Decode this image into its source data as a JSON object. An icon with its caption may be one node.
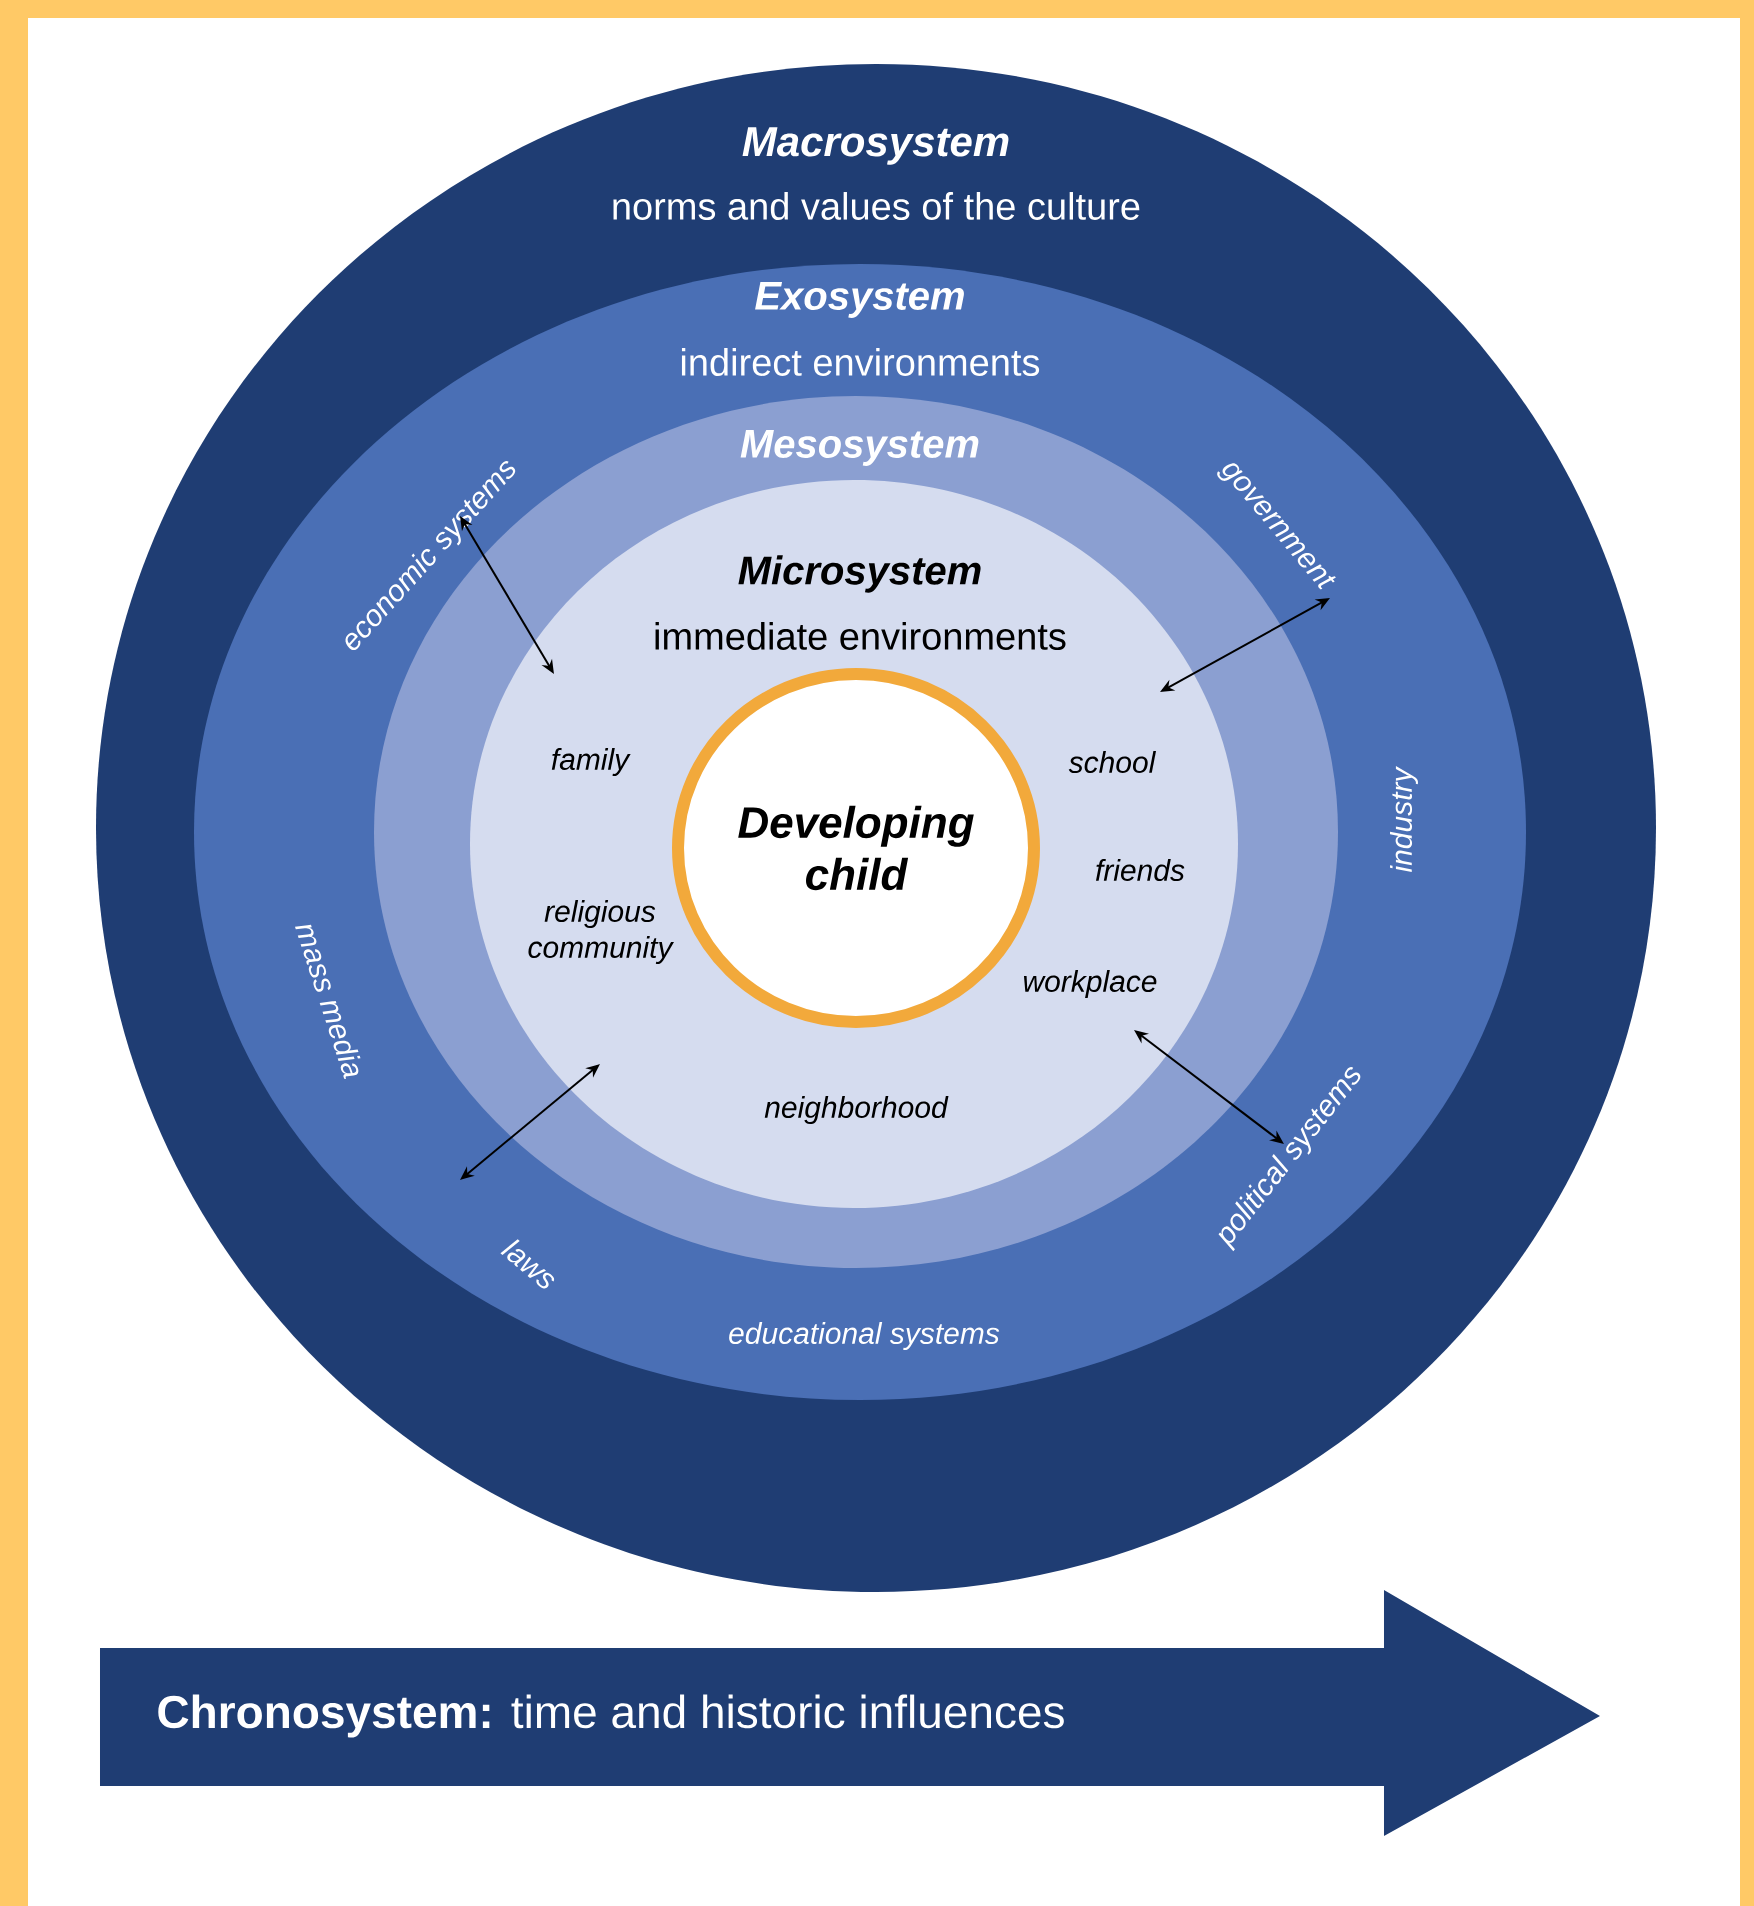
{
  "diagram": {
    "nodes": [
      {
        "text": [
          "Macrosystem",
          "norms and values of the culture"
        ]
      },
      {
        "text": [
          "Exosystem",
          "indirect environments",
          "economic systems",
          "government",
          "industry",
          "political systems",
          "educational systems",
          "laws",
          "mass media"
        ],
        "in": 0
      },
      {
        "text": [
          "Mesosystem"
        ],
        "in": 1
      },
      {
        "text": [
          "Microsystem",
          "immediate environments",
          "family",
          "school",
          "friends",
          "religious community",
          "workplace",
          "neighborhood"
        ],
        "in": 2
      },
      {
        "text": [
          "Developing child"
        ],
        "in": 3
      },
      {
        "text": [
          "**Chronosystem:** time and historic influences"
        ]
      }
    ],
    "edges": [
      {
        "from": 3,
        "to": 1,
        "arrow": "both"
      },
      {
        "from": 3,
        "to": 1,
        "arrow": "both"
      },
      {
        "from": 3,
        "to": 1,
        "arrow": "both"
      },
      {
        "from": 3,
        "to": 1,
        "arrow": "both"
      }
    ]
  }
}
